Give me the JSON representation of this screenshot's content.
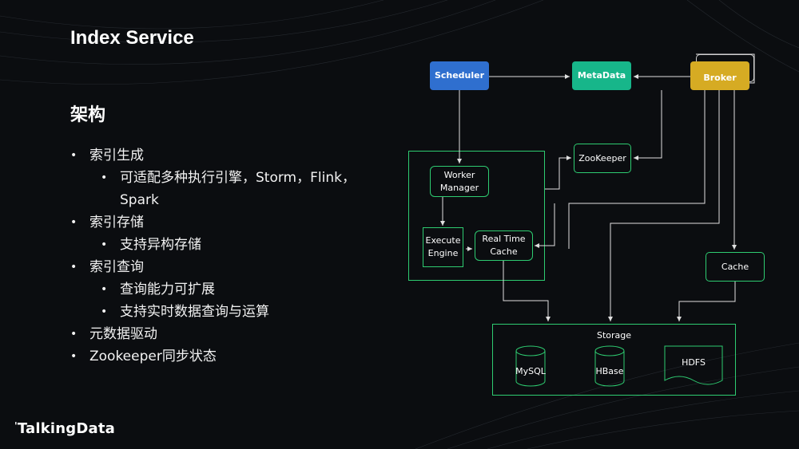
{
  "slide": {
    "title": "Index Service",
    "subtitle": "架构",
    "bullets": [
      {
        "level": 1,
        "text": "索引生成"
      },
      {
        "level": 2,
        "text": "可适配多种执行引擎，Storm，Flink，Spark"
      },
      {
        "level": 1,
        "text": "索引存储"
      },
      {
        "level": 2,
        "text": "支持异构存储"
      },
      {
        "level": 1,
        "text": "索引查询"
      },
      {
        "level": 2,
        "text": "查询能力可扩展"
      },
      {
        "level": 2,
        "text": "支持实时数据查询与运算"
      },
      {
        "level": 1,
        "text": "元数据驱动"
      },
      {
        "level": 1,
        "text": "Zookeeper同步状态"
      }
    ],
    "logo": "TalkingData"
  },
  "diagram": {
    "scheduler": "Scheduler",
    "metadata": "MetaData",
    "broker": "Broker",
    "zookeeper": "ZooKeeper",
    "worker_line1": "Worker",
    "worker_line2": "Manager",
    "exec_line1": "Execute",
    "exec_line2": "Engine",
    "rt_line1": "Real Time",
    "rt_line2": "Cache",
    "cache": "Cache",
    "storage": "Storage",
    "mysql": "MySQL",
    "hbase": "HBase",
    "hdfs": "HDFS"
  },
  "colors": {
    "scheduler": "#2f6fcf",
    "metadata": "#17b68a",
    "broker": "#d6ab23",
    "outline": "#2ecc71"
  }
}
